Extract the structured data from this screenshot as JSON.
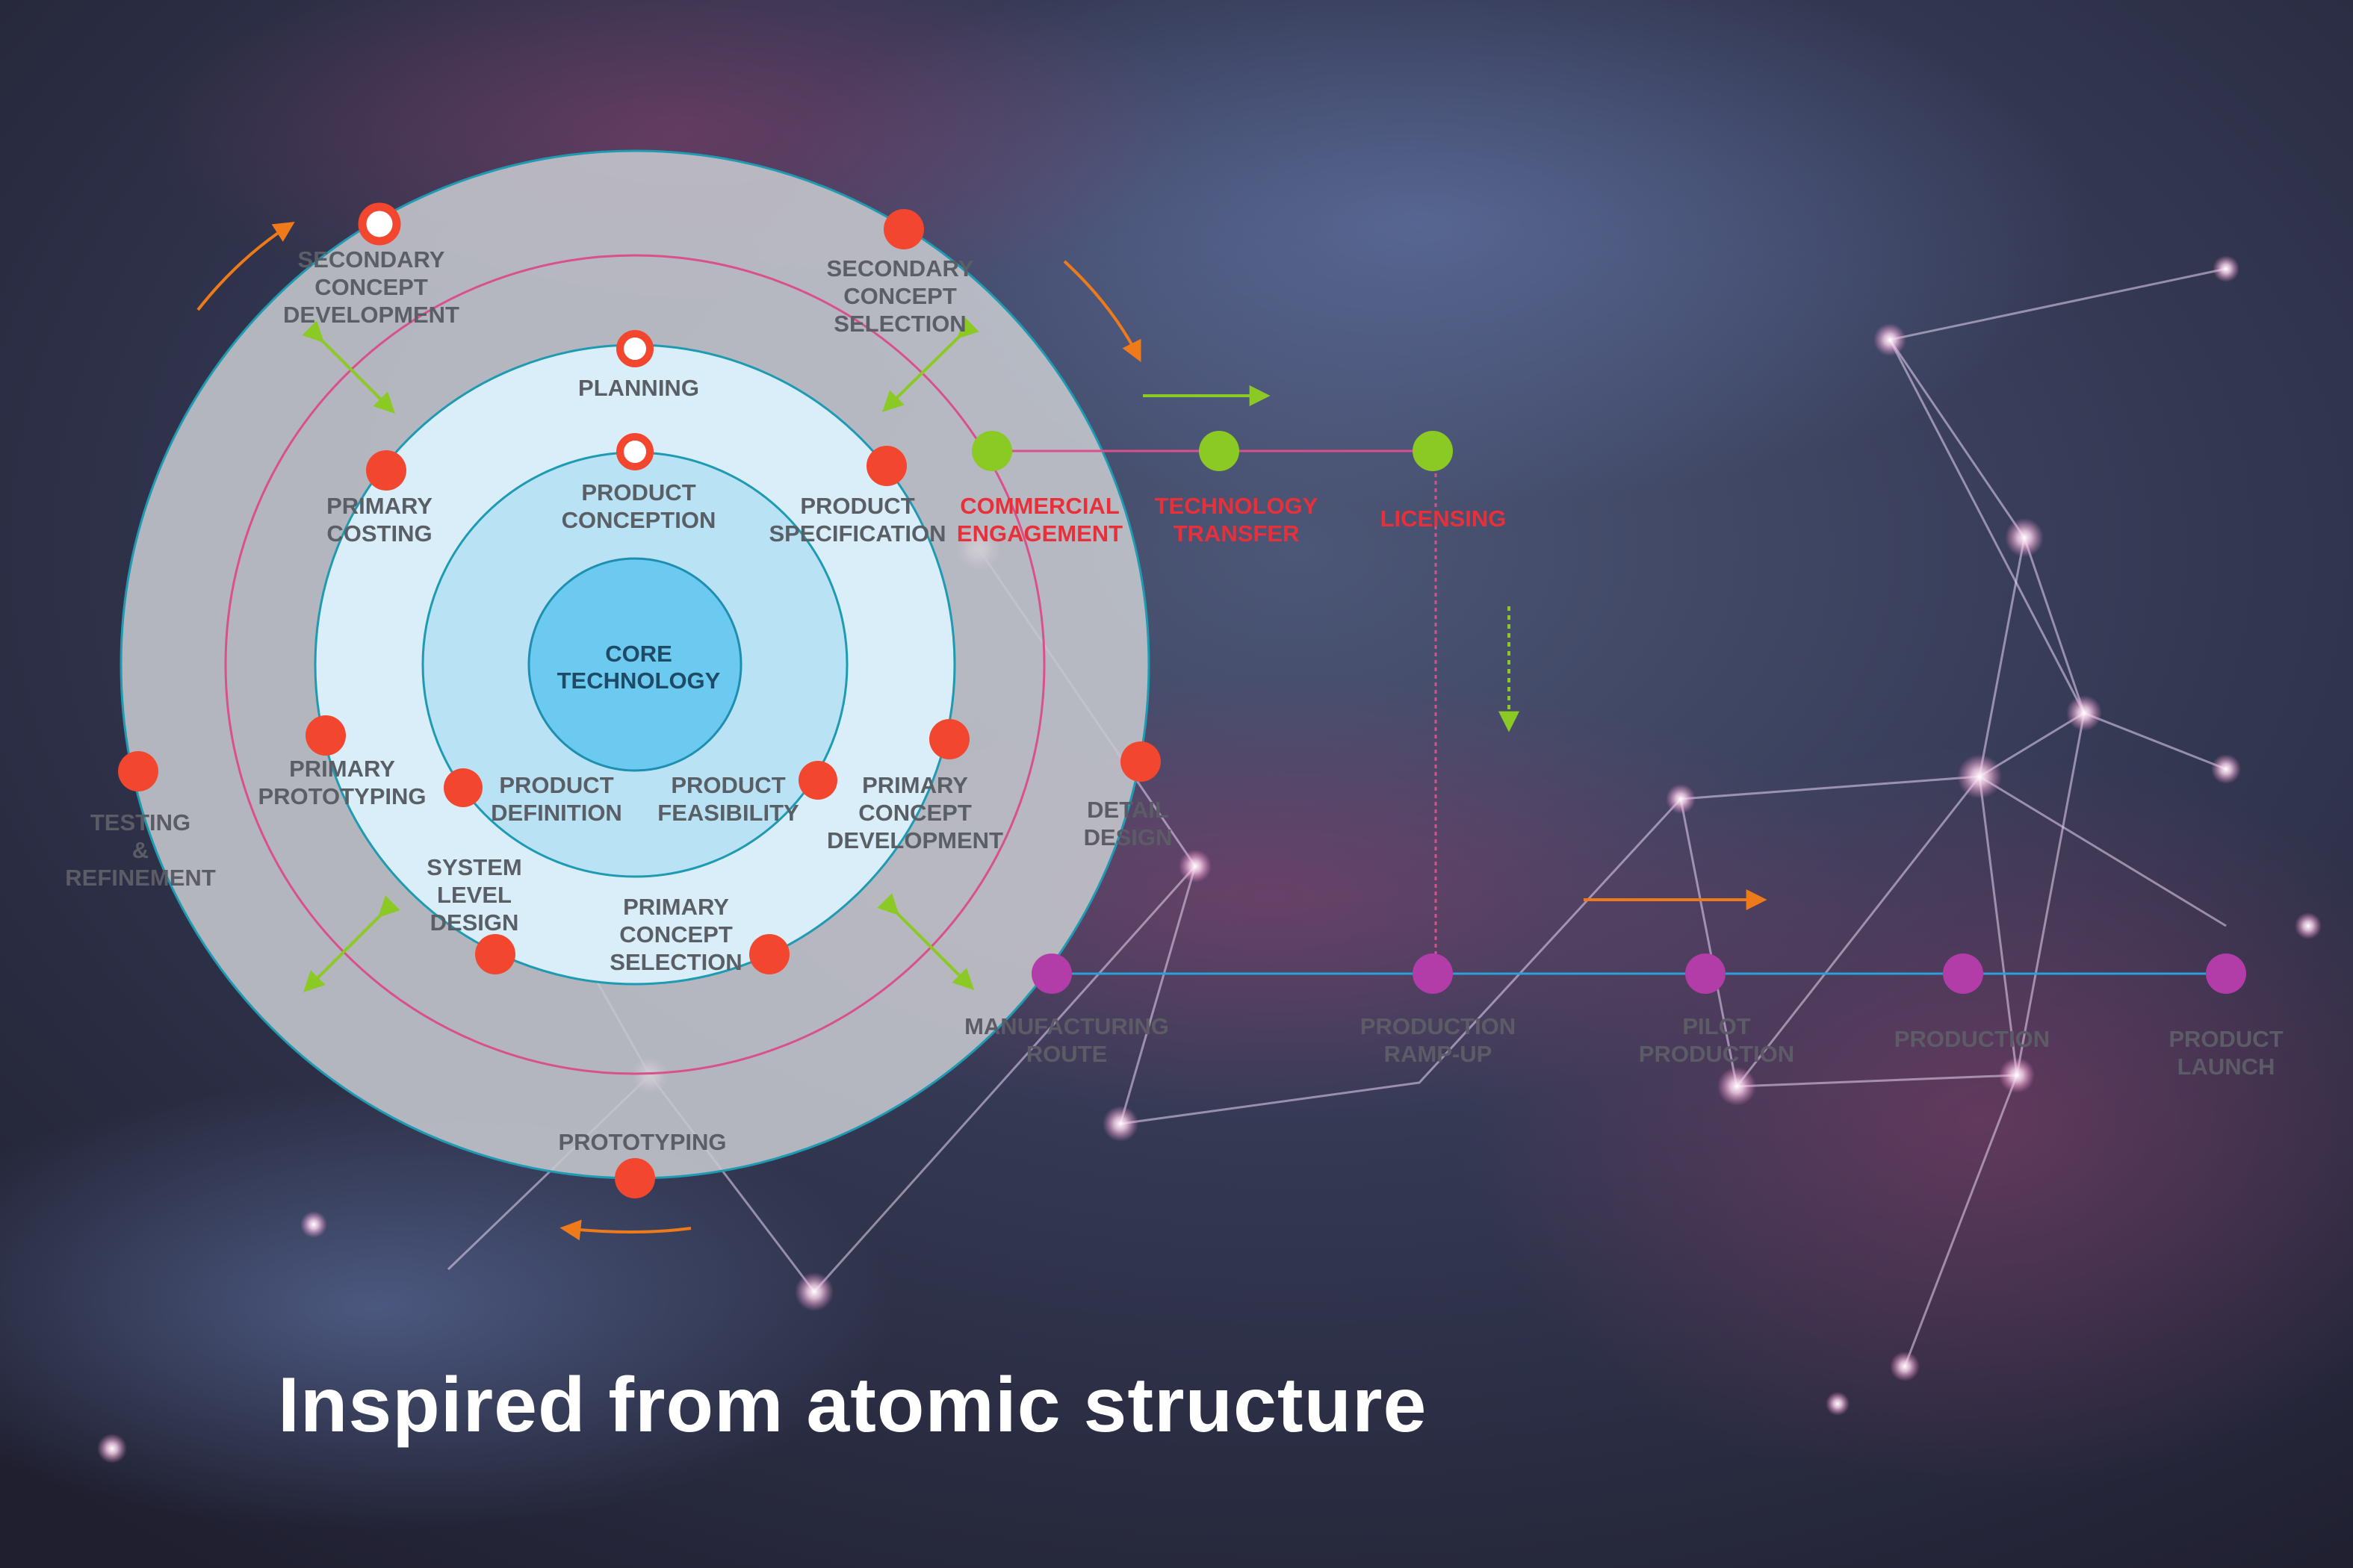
{
  "core": [
    "CORE",
    "TECHNOLOGY"
  ],
  "middle_ring_labels": {
    "product_definition": [
      "PRODUCT",
      "DEFINITION"
    ],
    "product_feasibility": [
      "PRODUCT",
      "FEASIBILITY"
    ]
  },
  "inner_ring_labels": {
    "product_conception": [
      "PRODUCT",
      "CONCEPTION"
    ],
    "primary_costing": [
      "PRIMARY",
      "COSTING"
    ],
    "product_specification": [
      "PRODUCT",
      "SPECIFICATION"
    ],
    "primary_prototyping": [
      "PRIMARY",
      "PROTOTYPING"
    ],
    "primary_concept_development": [
      "PRIMARY",
      "CONCEPT",
      "DEVELOPMENT"
    ],
    "system_level_design": [
      "SYSTEM",
      "LEVEL",
      "DESIGN"
    ],
    "primary_concept_selection": [
      "PRIMARY",
      "CONCEPT",
      "SELECTION"
    ],
    "planning": [
      "PLANNING"
    ]
  },
  "outer_ring_labels": {
    "secondary_concept_development": [
      "SECONDARY",
      "CONCEPT",
      "DEVELOPMENT"
    ],
    "secondary_concept_selection": [
      "SECONDARY",
      "CONCEPT",
      "SELECTION"
    ],
    "testing_refinement": [
      "TESTING",
      "&",
      "REFINEMENT"
    ],
    "detail_design": [
      "DETAIL",
      "DESIGN"
    ],
    "prototyping": [
      "PROTOTYPING"
    ]
  },
  "commercial_track": [
    [
      "COMMERCIAL",
      "ENGAGEMENT"
    ],
    [
      "TECHNOLOGY",
      "TRANSFER"
    ],
    [
      "LICENSING"
    ]
  ],
  "production_track": [
    [
      "MANUFACTURING",
      "ROUTE"
    ],
    [
      "PRODUCTION",
      "RAMP-UP"
    ],
    [
      "PILOT",
      "PRODUCTION"
    ],
    [
      "PRODUCTION"
    ],
    [
      "PRODUCT",
      "LAUNCH"
    ]
  ],
  "caption": "Inspired from atomic structure",
  "colors": {
    "node_red": "#f2462e",
    "node_green": "#8bc925",
    "node_purple": "#b23ca8",
    "arrow_orange": "#ef7a1a",
    "arrow_green": "#8bc925",
    "label_red": "#e8303a"
  }
}
